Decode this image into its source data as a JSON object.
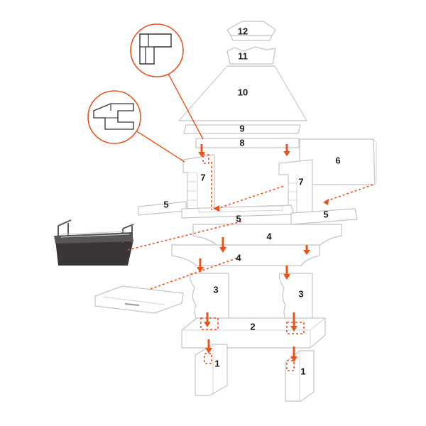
{
  "colors": {
    "accent": "#e8541c",
    "outline": "#c4c4c4",
    "grill_tray": "#3a3536",
    "grill_rail": "#5a5658"
  },
  "labels": {
    "p1a": "1",
    "p1b": "1",
    "p2": "2",
    "p3a": "3",
    "p3b": "3",
    "p4a": "4",
    "p4b": "4",
    "p5a": "5",
    "p5b": "5",
    "p5c": "5",
    "p6": "6",
    "p7a": "7",
    "p7b": "7",
    "p8": "8",
    "p9": "9",
    "p10": "10",
    "p11": "11",
    "p12": "12"
  },
  "icons": [
    "detail-callout-joint",
    "detail-callout-corner",
    "grill-rack",
    "ash-tray",
    "placement-arrow"
  ]
}
